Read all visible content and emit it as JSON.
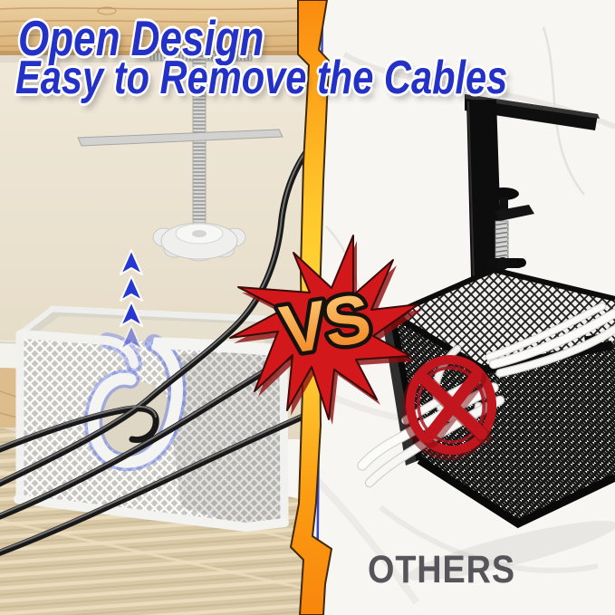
{
  "header": {
    "title_line1": "Open Design",
    "title_line2": "Easy to Remove the Cables"
  },
  "divider": {
    "vs_label": "VS",
    "style": "lightning-bolt",
    "bolt_color_top": "#fb8a0e",
    "bolt_color_mid": "#ffd83c",
    "line_color": "#3b49c9"
  },
  "left_panel": {
    "subject": "white open-design under-desk cable basket with clamp",
    "up_arrow_icon": {
      "glyph": "▲",
      "count": 4,
      "color": "#2737d2"
    },
    "highlight_glow_color": "#4561f0"
  },
  "right_panel": {
    "label": "OTHERS",
    "subject": "black closed mesh cable basket with clamp",
    "prohibited_icon": {
      "glyph": "✕",
      "color": "#c2161f"
    }
  },
  "badge": {
    "shape": "starburst",
    "fill": "#d2181b",
    "text_fill_top": "#ffcf7a",
    "text_fill_bottom": "#ef7d18"
  },
  "colors": {
    "title_blue": "#2431c7",
    "others_gray": "#57555a",
    "wall_beige": "#ece3d2",
    "desk_wood": "#e3c08c",
    "marble_white": "#f7f6f3",
    "rug_tan": "#d9c8a6"
  }
}
